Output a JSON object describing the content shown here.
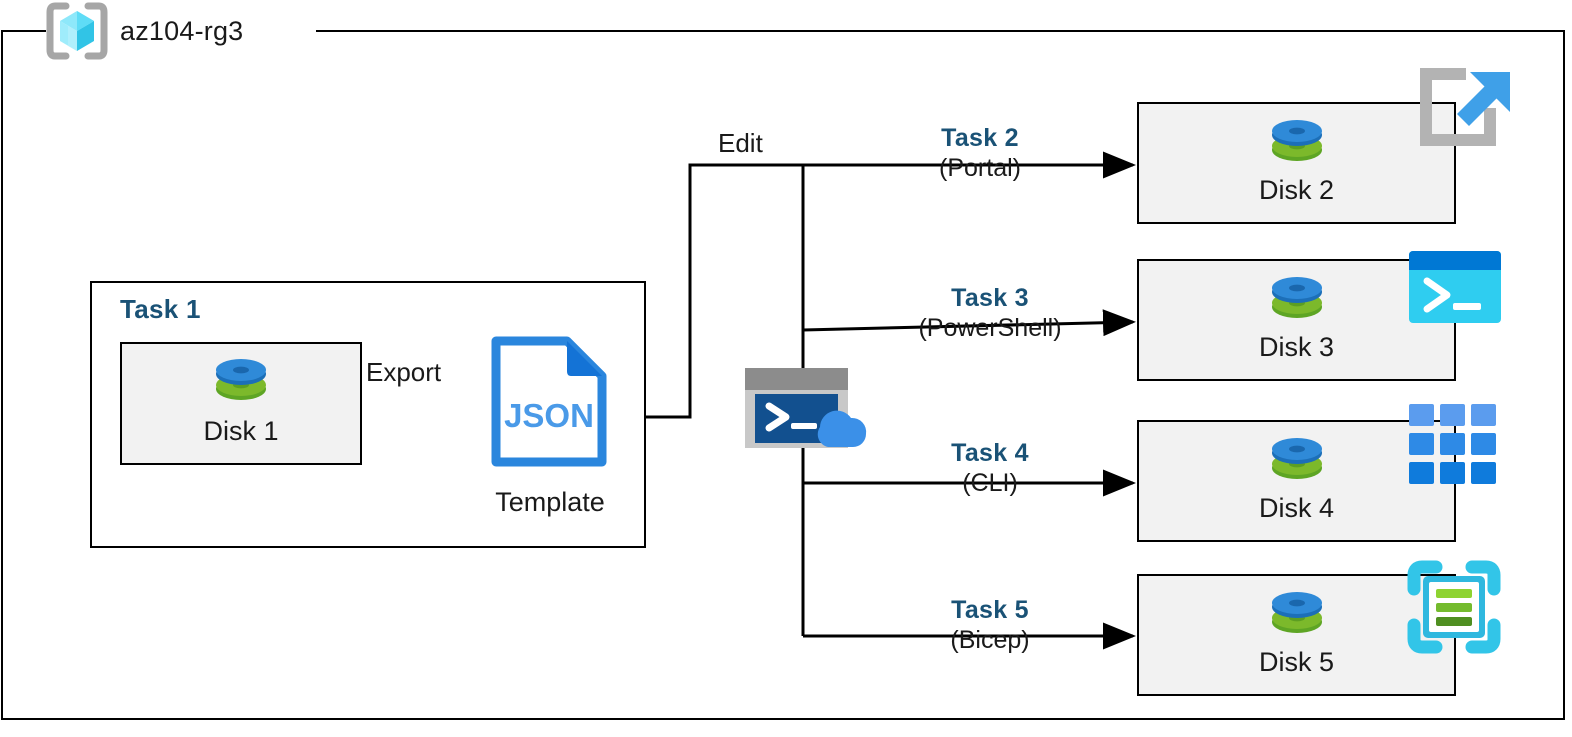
{
  "resource_group": {
    "name": "az104-rg3",
    "icon": "resource-group-cube-icon"
  },
  "task1": {
    "label": "Task 1",
    "disk": {
      "label": "Disk 1",
      "icon": "disk-icon"
    },
    "export_label": "Export",
    "template": {
      "label": "Template",
      "file_type": "JSON",
      "icon": "json-file-icon"
    }
  },
  "edit_label": "Edit",
  "cloud_shell": {
    "icon": "cloud-shell-icon",
    "prompt": ">_"
  },
  "tasks": [
    {
      "title": "Task 2",
      "method": "(Portal)",
      "disk": {
        "label": "Disk 2",
        "icon": "disk-icon"
      },
      "service_icon": "azure-portal-icon"
    },
    {
      "title": "Task 3",
      "method": "(PowerShell)",
      "disk": {
        "label": "Disk 3",
        "icon": "disk-icon"
      },
      "service_icon": "powershell-icon"
    },
    {
      "title": "Task 4",
      "method": "(CLI)",
      "disk": {
        "label": "Disk 4",
        "icon": "disk-icon"
      },
      "service_icon": "azure-cli-icon"
    },
    {
      "title": "Task 5",
      "method": "(Bicep)",
      "disk": {
        "label": "Disk 5",
        "icon": "disk-icon"
      },
      "service_icon": "bicep-icon"
    }
  ],
  "colors": {
    "task_blue": "#1a5276",
    "disk_blue": "#2f8ad8",
    "disk_green": "#7cb92b",
    "box_fill": "#f2f2f2",
    "json_blue": "#2a86dd",
    "cloud_blue": "#3b90e8",
    "powershell_cyan": "#2fcdf0",
    "powershell_header": "#0078d4",
    "cli_blue": "#2e8ae6",
    "bicep_cyan": "#32c5e8",
    "bicep_green": "#74bb2e",
    "portal_grey": "#b3b3b3",
    "portal_blue": "#3fa0e8",
    "rg_cube_cyan": "#4fd8f5"
  }
}
